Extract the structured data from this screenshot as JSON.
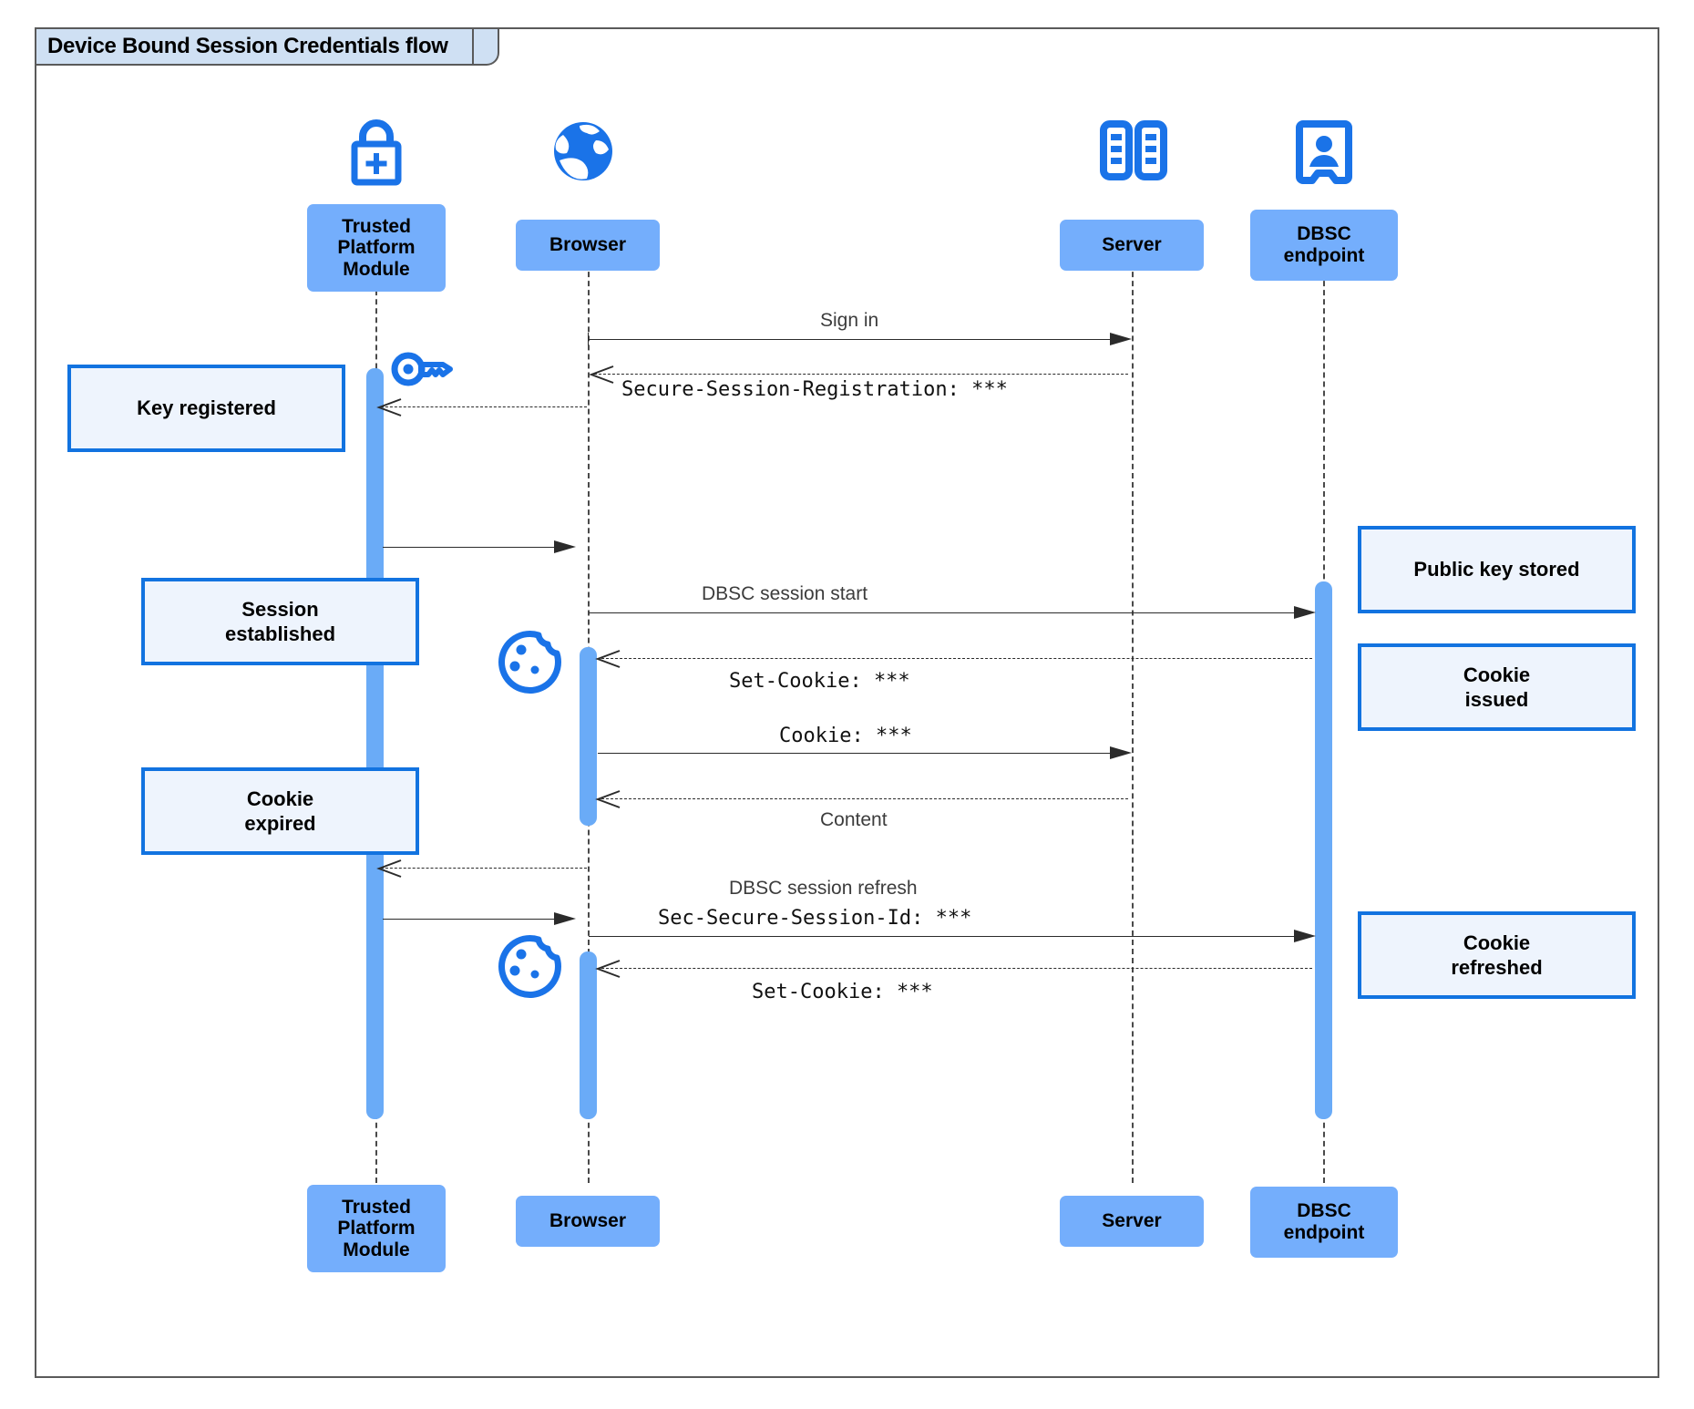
{
  "frame": {
    "title": "Device Bound Session Credentials flow"
  },
  "participants": [
    {
      "id": "tpm",
      "label": "Trusted\nPlatform\nModule",
      "label_lines": [
        "Trusted",
        "Platform",
        "Module"
      ],
      "icon": "lock-plus-icon"
    },
    {
      "id": "browser",
      "label": "Browser",
      "label_lines": [
        "Browser"
      ],
      "icon": "globe-icon"
    },
    {
      "id": "server",
      "label": "Server",
      "label_lines": [
        "Server"
      ],
      "icon": "server-rack-icon"
    },
    {
      "id": "dbsc",
      "label": "DBSC\nendpoint",
      "label_lines": [
        "DBSC",
        "endpoint"
      ],
      "icon": "id-badge-icon"
    }
  ],
  "messages": [
    {
      "id": "m1",
      "label": "Sign in",
      "style": "sans",
      "from": "browser",
      "to": "server",
      "kind": "solid"
    },
    {
      "id": "m2",
      "label": "Secure-Session-Registration: ***",
      "style": "mono",
      "from": "server",
      "to": "browser",
      "kind": "dashed"
    },
    {
      "id": "m3",
      "label": "",
      "style": "sans",
      "from": "tpm",
      "to": "browser",
      "kind": "solid"
    },
    {
      "id": "m4",
      "label": "DBSC session start",
      "style": "sans",
      "from": "browser",
      "to": "dbsc",
      "kind": "solid"
    },
    {
      "id": "m5",
      "label": "Set-Cookie: ***",
      "style": "mono",
      "from": "dbsc",
      "to": "browser",
      "kind": "dashed"
    },
    {
      "id": "m6",
      "label": "Cookie: ***",
      "style": "mono",
      "from": "browser",
      "to": "server",
      "kind": "solid"
    },
    {
      "id": "m7",
      "label": "Content",
      "style": "sans",
      "from": "server",
      "to": "browser",
      "kind": "dashed"
    },
    {
      "id": "m8",
      "label": "",
      "style": "sans",
      "from": "browser",
      "to": "tpm",
      "kind": "dashed"
    },
    {
      "id": "m9a",
      "label": "DBSC session refresh",
      "style": "sans",
      "from": "browser",
      "to": "dbsc",
      "kind": "solid"
    },
    {
      "id": "m9b",
      "label": "Sec-Secure-Session-Id: ***",
      "style": "mono",
      "from": "browser",
      "to": "dbsc",
      "kind": "solid"
    },
    {
      "id": "m10",
      "label": "",
      "style": "sans",
      "from": "tpm",
      "to": "browser",
      "kind": "solid"
    },
    {
      "id": "m11",
      "label": "Set-Cookie: ***",
      "style": "mono",
      "from": "dbsc",
      "to": "browser",
      "kind": "dashed"
    }
  ],
  "notes": [
    {
      "id": "n1",
      "lines": [
        "Key registered"
      ],
      "text": "Key registered",
      "side": "left"
    },
    {
      "id": "n2",
      "lines": [
        "Session",
        "established"
      ],
      "text": "Session established",
      "side": "left"
    },
    {
      "id": "n3",
      "lines": [
        "Cookie",
        "expired"
      ],
      "text": "Cookie expired",
      "side": "left"
    },
    {
      "id": "n4",
      "lines": [
        "Public key stored"
      ],
      "text": "Public key stored",
      "side": "right"
    },
    {
      "id": "n5",
      "lines": [
        "Cookie",
        "issued"
      ],
      "text": "Cookie issued",
      "side": "right"
    },
    {
      "id": "n6",
      "lines": [
        "Cookie",
        "refreshed"
      ],
      "text": "Cookie refreshed",
      "side": "right"
    }
  ],
  "decor_icons": [
    {
      "id": "key",
      "name": "key-icon"
    },
    {
      "id": "cookie1",
      "name": "cookie-icon"
    },
    {
      "id": "cookie2",
      "name": "cookie-icon"
    }
  ],
  "colors": {
    "actor_fill": "#74aefc",
    "note_fill": "#eef4fd",
    "note_border": "#1273e0",
    "activation": "#6aabf7",
    "icon_blue": "#1a73e8",
    "frame_border": "#5a5a5a",
    "tab_fill": "#cfe0f3"
  }
}
